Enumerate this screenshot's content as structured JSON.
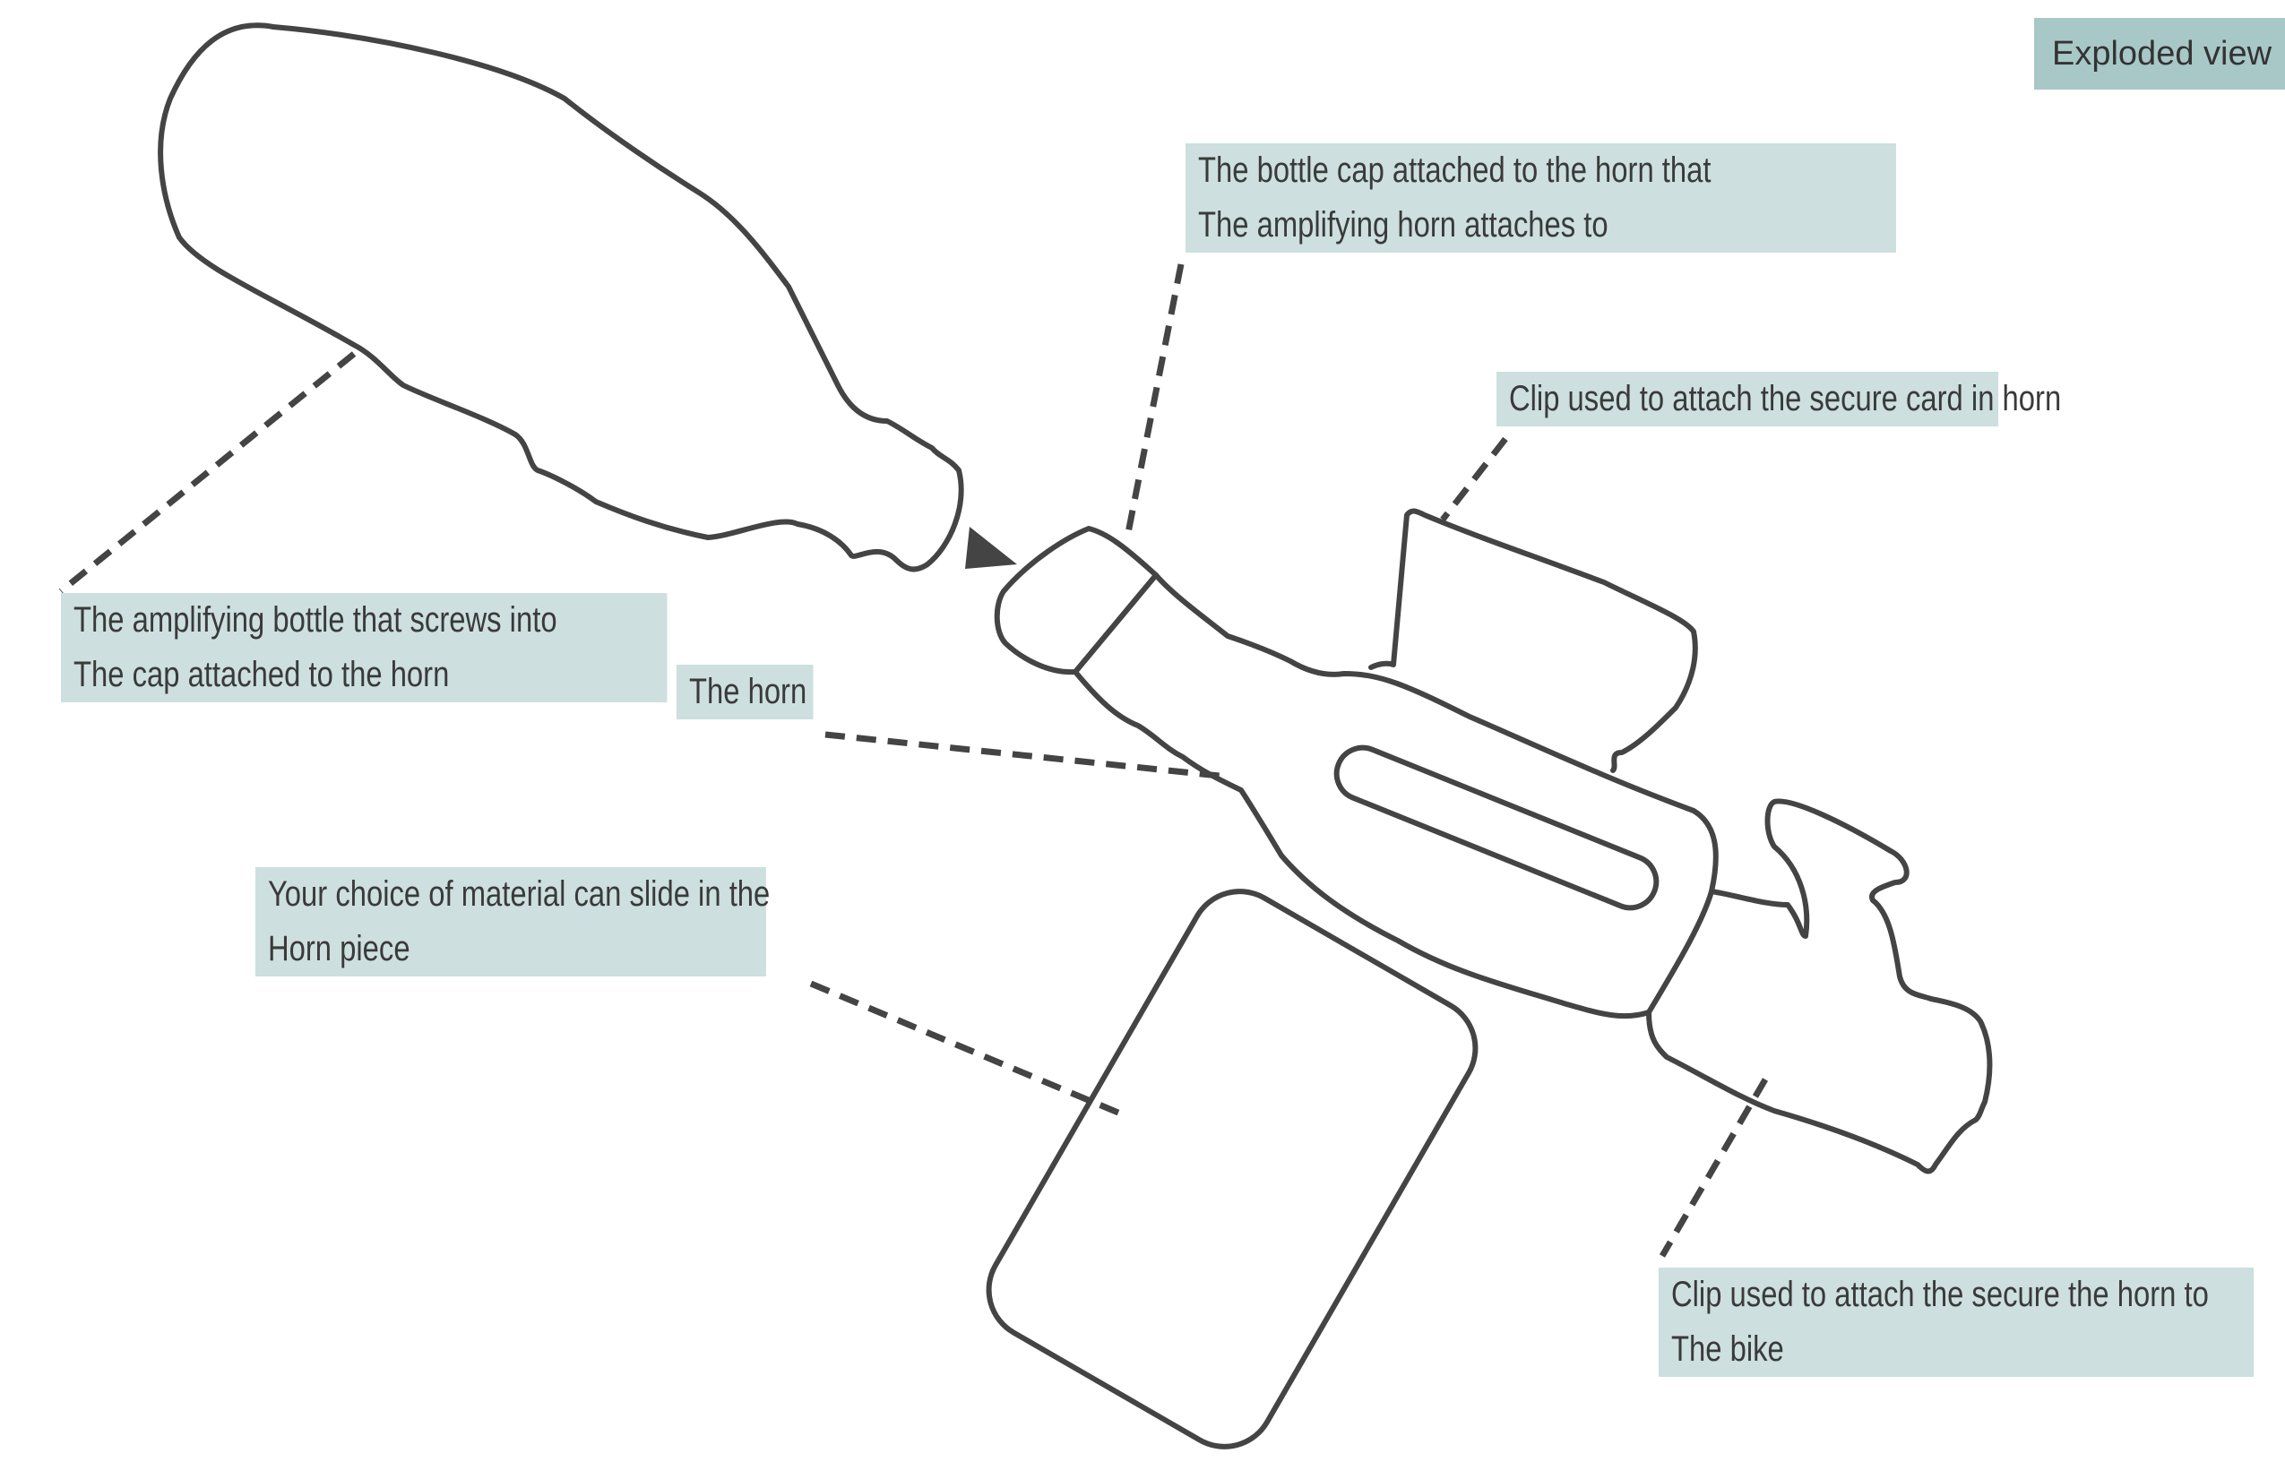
{
  "view_tag": "Exploded view",
  "callouts": {
    "bottle": {
      "lines": [
        "The amplifying bottle that screws into",
        "The cap attached to the horn"
      ]
    },
    "cap": {
      "lines": [
        "The bottle cap attached to the horn that",
        "The amplifying horn attaches to"
      ]
    },
    "card_clip": {
      "lines": [
        "Clip used to attach the secure card in horn"
      ]
    },
    "horn": {
      "lines": [
        "The horn"
      ]
    },
    "material": {
      "lines": [
        "Your choice of material can slide in the",
        "Horn piece"
      ]
    },
    "bike_clip": {
      "lines": [
        "Clip used to attach the secure the horn to",
        "The bike"
      ]
    }
  },
  "colors": {
    "label_bg": "#cddfdf",
    "tag_bg": "#a8c7c7",
    "line": "#444444",
    "text": "#3a3a3a"
  }
}
